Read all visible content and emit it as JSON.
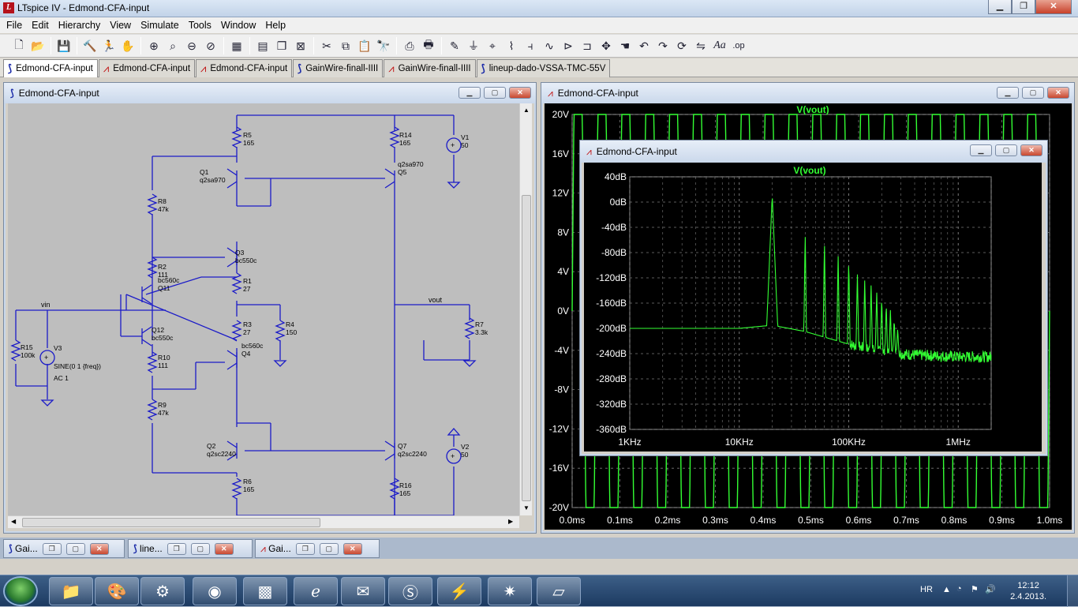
{
  "window": {
    "title": "LTspice IV - Edmond-CFA-input",
    "minimize": "▁",
    "restore": "❐",
    "close": "✕"
  },
  "menu": [
    "File",
    "Edit",
    "Hierarchy",
    "View",
    "Simulate",
    "Tools",
    "Window",
    "Help"
  ],
  "toolbar_icons": [
    "new-schematic-icon",
    "open-icon",
    "save-icon",
    "control-panel-icon",
    "run-icon",
    "halt-icon",
    "zoom-in-icon",
    "zoom-full-icon",
    "zoom-out-icon",
    "zoom-cancel-icon",
    "autorange-icon",
    "tile-horizontal-icon",
    "cascade-icon",
    "close-all-icon",
    "cut-icon",
    "copy-icon",
    "paste-icon",
    "find-icon",
    "print-setup-icon",
    "print-icon",
    "wire-icon",
    "ground-icon",
    "label-icon",
    "resistor-icon",
    "capacitor-icon",
    "inductor-icon",
    "diode-icon",
    "component-icon",
    "move-icon",
    "drag-icon",
    "undo-icon",
    "redo-icon",
    "rotate-icon",
    "mirror-icon",
    "text-icon",
    "spice-directive-icon"
  ],
  "tabs": [
    {
      "label": "Edmond-CFA-input",
      "kind": "schematic",
      "active": true
    },
    {
      "label": "Edmond-CFA-input",
      "kind": "waveform",
      "active": false
    },
    {
      "label": "Edmond-CFA-input",
      "kind": "waveform",
      "active": false
    },
    {
      "label": "GainWire-finall-IIII",
      "kind": "schematic",
      "active": false
    },
    {
      "label": "GainWire-finall-IIII",
      "kind": "waveform",
      "active": false
    },
    {
      "label": "lineup-dado-VSSA-TMC-55V",
      "kind": "schematic",
      "active": false
    }
  ],
  "schematic": {
    "title": "Edmond-CFA-input",
    "wire_color": "#1b1bc8",
    "parts": [
      {
        "ref": "R5",
        "value": "165"
      },
      {
        "ref": "R14",
        "value": "165"
      },
      {
        "ref": "V1",
        "value": "50"
      },
      {
        "ref": "Q1",
        "value": "q2sa970"
      },
      {
        "ref": "Q5",
        "value": "q2sa970"
      },
      {
        "ref": "R8",
        "value": "47k"
      },
      {
        "ref": "Q3",
        "value": "bc550c"
      },
      {
        "ref": "R2",
        "value": "111"
      },
      {
        "ref": "R1",
        "value": "27"
      },
      {
        "ref": "Q11",
        "value": "bc560c"
      },
      {
        "ref": "R3",
        "value": "27"
      },
      {
        "ref": "R4",
        "value": "150"
      },
      {
        "ref": "Q12",
        "value": "bc550c"
      },
      {
        "ref": "Q4",
        "value": "bc560c"
      },
      {
        "ref": "R10",
        "value": "111"
      },
      {
        "ref": "R9",
        "value": "47k"
      },
      {
        "ref": "R15",
        "value": "100k"
      },
      {
        "ref": "V3",
        "value": "SINE(0 1 {freq})"
      },
      {
        "ref": "V3ac",
        "value": "AC 1"
      },
      {
        "ref": "R7",
        "value": "3.3k"
      },
      {
        "ref": "Q2",
        "value": "q2sc2240"
      },
      {
        "ref": "Q7",
        "value": "q2sc2240"
      },
      {
        "ref": "R6",
        "value": "165"
      },
      {
        "ref": "R16",
        "value": "165"
      },
      {
        "ref": "V2",
        "value": "50"
      }
    ],
    "net_labels": {
      "vin": "vin",
      "vout": "vout"
    }
  },
  "wave_window": {
    "title": "Edmond-CFA-input",
    "trace_label": "V(vout)",
    "trace_color": "#33ff33",
    "y_ticks": [
      "20V",
      "16V",
      "12V",
      "8V",
      "4V",
      "0V",
      "-4V",
      "-8V",
      "-12V",
      "-16V",
      "-20V"
    ],
    "x_ticks": [
      "0.0ms",
      "0.1ms",
      "0.2ms",
      "0.3ms",
      "0.4ms",
      "0.5ms",
      "0.6ms",
      "0.7ms",
      "0.8ms",
      "0.9ms",
      "1.0ms"
    ]
  },
  "fft_window": {
    "title": "Edmond-CFA-input",
    "trace_label": "V(vout)",
    "y_ticks": [
      "40dB",
      "0dB",
      "-40dB",
      "-80dB",
      "-120dB",
      "-160dB",
      "-200dB",
      "-240dB",
      "-280dB",
      "-320dB",
      "-360dB"
    ],
    "x_ticks": [
      "1KHz",
      "10KHz",
      "100KHz",
      "1MHz"
    ]
  },
  "chart_data": [
    {
      "type": "line",
      "title": "V(vout)",
      "xlabel": "",
      "ylabel": "",
      "xlim": [
        0.0,
        1.0
      ],
      "ylim": [
        -20,
        20
      ],
      "x_unit": "ms",
      "y_unit": "V",
      "series": [
        {
          "name": "V(vout)",
          "kind": "square-like oscillation",
          "amplitude_V": 20,
          "cycles_per_ms": 20
        }
      ],
      "grid": true
    },
    {
      "type": "line",
      "title": "V(vout)",
      "xlabel": "",
      "ylabel": "",
      "xlim": [
        1000,
        2000000
      ],
      "x_scale": "log",
      "ylim": [
        -360,
        40
      ],
      "y_unit": "dB",
      "series": [
        {
          "name": "V(vout)",
          "noise_floor": [
            [
              1000,
              -200
            ],
            [
              10000,
              -200
            ],
            [
              20000,
              -195
            ],
            [
              40000,
              -205
            ],
            [
              100000,
              -225
            ],
            [
              200000,
              -238
            ],
            [
              400000,
              -242
            ],
            [
              1000000,
              -245
            ],
            [
              2000000,
              -245
            ]
          ],
          "peaks": [
            [
              20000,
              10
            ],
            [
              40000,
              -45
            ],
            [
              60000,
              -60
            ],
            [
              80000,
              -80
            ],
            [
              100000,
              -90
            ],
            [
              120000,
              -110
            ],
            [
              140000,
              -120
            ],
            [
              160000,
              -130
            ],
            [
              180000,
              -140
            ],
            [
              200000,
              -150
            ],
            [
              220000,
              -160
            ],
            [
              240000,
              -170
            ],
            [
              260000,
              -185
            ],
            [
              280000,
              -200
            ]
          ]
        }
      ],
      "grid": true
    }
  ],
  "mdi_minimized": [
    {
      "label": "Gai...",
      "kind": "schematic"
    },
    {
      "label": "line...",
      "kind": "schematic"
    },
    {
      "label": "Gai...",
      "kind": "waveform"
    }
  ],
  "taskbar": {
    "apps": [
      "explorer-icon",
      "paint-icon",
      "tool-icon",
      "update-icon",
      "scope-icon",
      "ie-icon",
      "mail-icon",
      "skype-icon",
      "ltspice-icon",
      "splat-icon",
      "notes-icon"
    ],
    "language": "HR",
    "time": "12:12",
    "date": "2.4.2013."
  }
}
